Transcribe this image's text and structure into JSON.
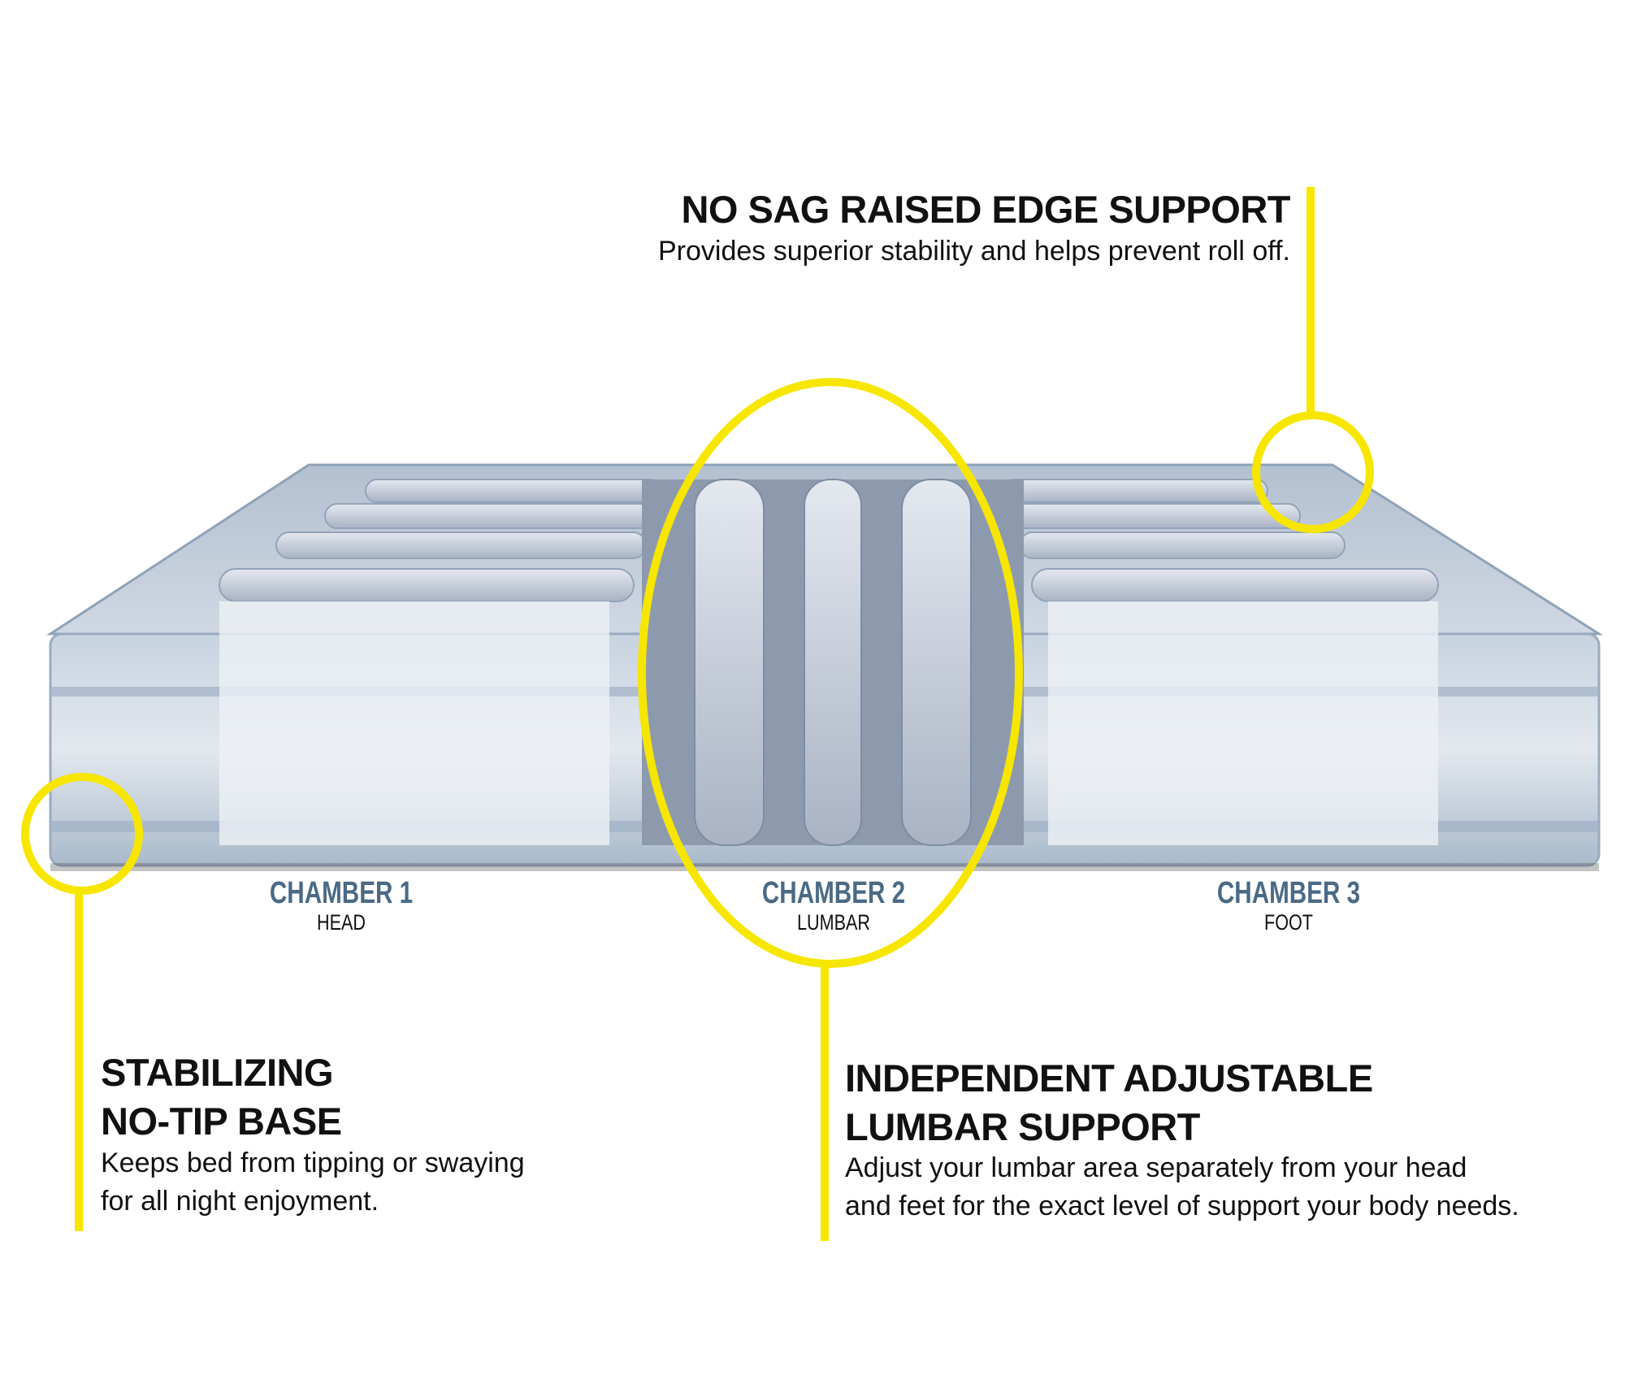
{
  "callouts": {
    "edge": {
      "title": "NO SAG RAISED EDGE SUPPORT",
      "body": "Provides superior stability and helps prevent roll off."
    },
    "base": {
      "title_lines": [
        "STABILIZING",
        "NO-TIP BASE"
      ],
      "body_lines": [
        "Keeps bed from tipping or swaying",
        "for all night enjoyment."
      ]
    },
    "lumbar": {
      "title_lines": [
        "INDEPENDENT ADJUSTABLE",
        "LUMBAR SUPPORT"
      ],
      "body_lines": [
        "Adjust your lumbar area separately from your head",
        "and feet for the exact level of support your body needs."
      ]
    }
  },
  "chambers": [
    {
      "label": "CHAMBER 1",
      "zone": "HEAD"
    },
    {
      "label": "CHAMBER 2",
      "zone": "LUMBAR"
    },
    {
      "label": "CHAMBER 3",
      "zone": "FOOT"
    }
  ],
  "colors": {
    "highlight": "#f7e600",
    "chamber_label": "#4a6a85",
    "mattress": "#b9c6d6"
  }
}
